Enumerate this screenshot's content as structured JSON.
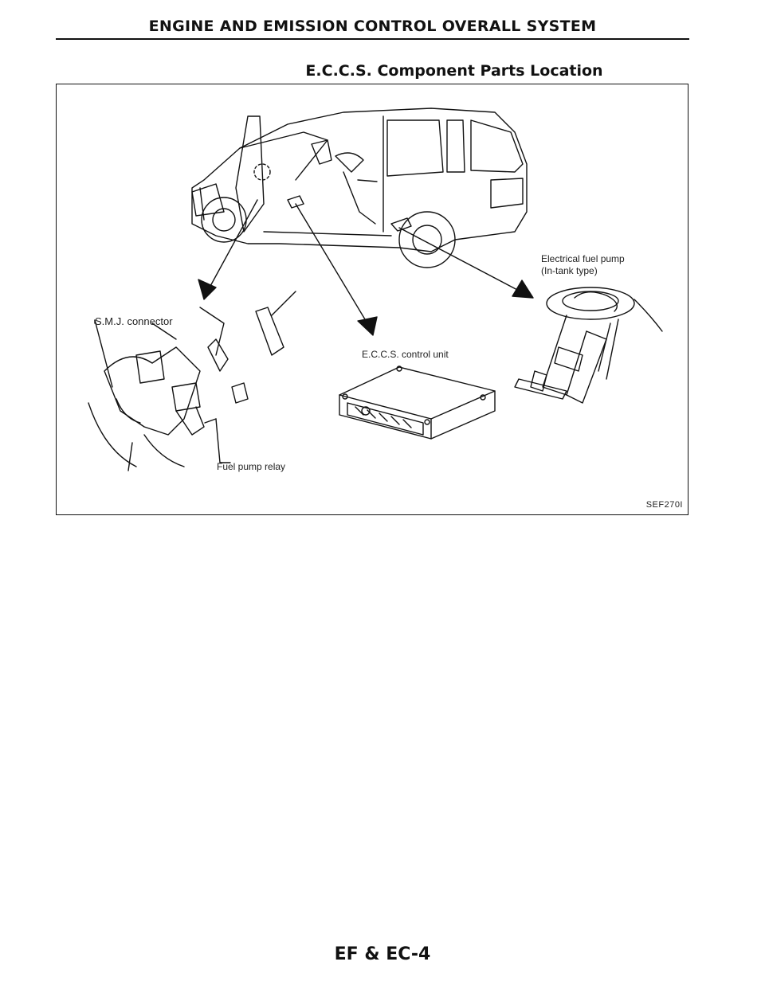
{
  "header": {
    "title": "ENGINE AND EMISSION CONTROL OVERALL SYSTEM"
  },
  "section": {
    "title": "E.C.C.S. Component Parts Location"
  },
  "figure": {
    "labels": {
      "smj_connector": "S.M.J. connector",
      "fuel_pump_relay": "Fuel pump relay",
      "eccs_control_unit": "E.C.C.S. control unit",
      "fuel_pump_line1": "Electrical fuel pump",
      "fuel_pump_line2": "(In-tank type)"
    },
    "code": "SEF270I"
  },
  "footer": {
    "page_number": "EF & EC-4"
  }
}
